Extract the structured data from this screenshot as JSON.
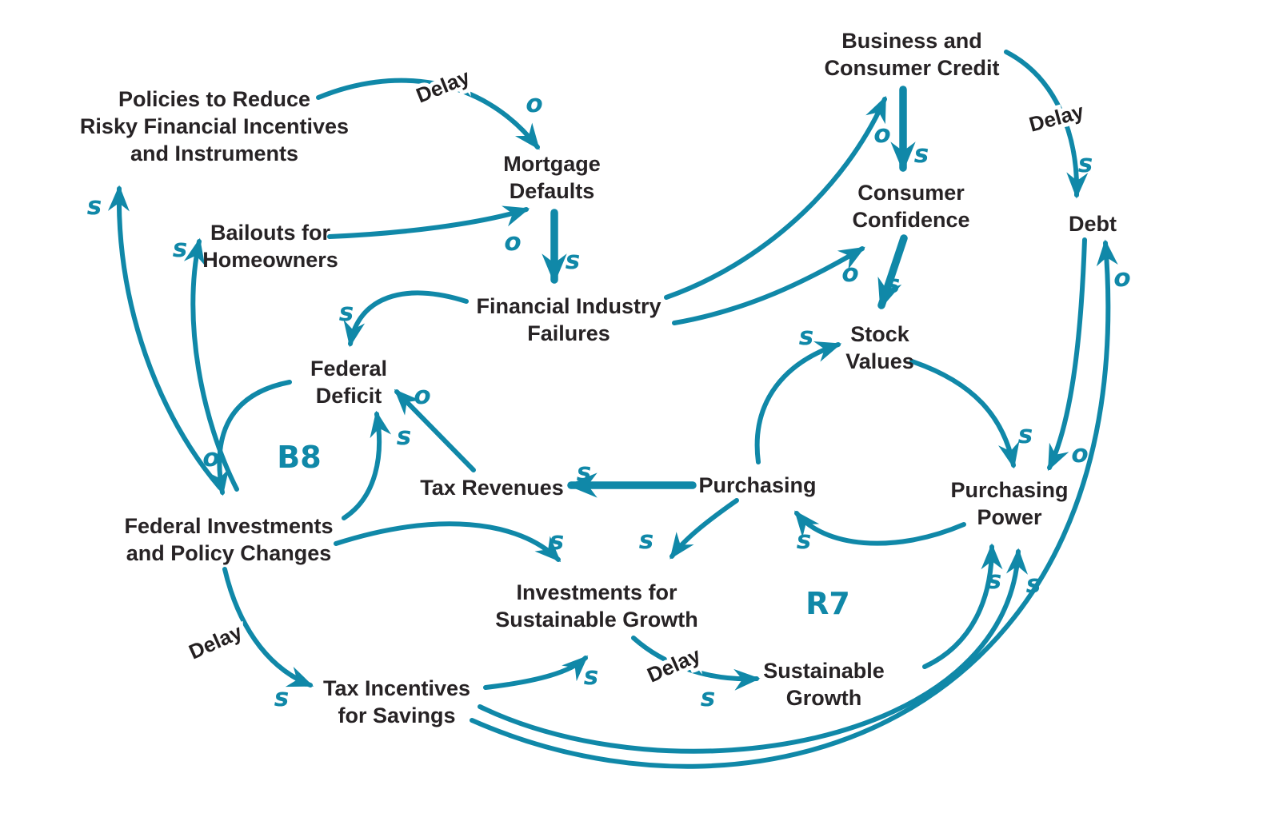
{
  "colors": {
    "accent": "#1088a8",
    "text": "#272325",
    "background": "#ffffff"
  },
  "labels": {
    "s": "s",
    "o": "o",
    "delay": "Delay"
  },
  "loops": {
    "b8": "B8",
    "r7": "R7"
  },
  "nodes": {
    "policies": {
      "lines": [
        "Policies to Reduce",
        "Risky Financial Incentives",
        "and Instruments"
      ]
    },
    "mortgage": {
      "lines": [
        "Mortgage",
        "Defaults"
      ]
    },
    "bailouts": {
      "lines": [
        "Bailouts for",
        "Homeowners"
      ]
    },
    "credit": {
      "lines": [
        "Business and",
        "Consumer Credit"
      ]
    },
    "confidence": {
      "lines": [
        "Consumer",
        "Confidence"
      ]
    },
    "debt": {
      "lines": [
        "Debt"
      ]
    },
    "failures": {
      "lines": [
        "Financial Industry",
        "Failures"
      ]
    },
    "deficit": {
      "lines": [
        "Federal",
        "Deficit"
      ]
    },
    "stock": {
      "lines": [
        "Stock",
        "Values"
      ]
    },
    "revenues": {
      "lines": [
        "Tax Revenues"
      ]
    },
    "purchasing": {
      "lines": [
        "Purchasing"
      ]
    },
    "power": {
      "lines": [
        "Purchasing",
        "Power"
      ]
    },
    "fed_investments": {
      "lines": [
        "Federal Investments",
        "and Policy Changes"
      ]
    },
    "investments_growth": {
      "lines": [
        "Investments for",
        "Sustainable Growth"
      ]
    },
    "tax_incentives": {
      "lines": [
        "Tax Incentives",
        "for Savings"
      ]
    },
    "sustainable_growth": {
      "lines": [
        "Sustainable",
        "Growth"
      ]
    }
  },
  "edges": [
    {
      "from": "Policies to Reduce Risky Financial Incentives and Instruments",
      "to": "Mortgage Defaults",
      "polarity": "o",
      "delay": true
    },
    {
      "from": "Bailouts for Homeowners",
      "to": "Mortgage Defaults",
      "polarity": "o",
      "delay": false
    },
    {
      "from": "Mortgage Defaults",
      "to": "Financial Industry Failures",
      "polarity": "s",
      "delay": false
    },
    {
      "from": "Financial Industry Failures",
      "to": "Federal Deficit",
      "polarity": "s",
      "delay": false
    },
    {
      "from": "Financial Industry Failures",
      "to": "Business and Consumer Credit",
      "polarity": "o",
      "delay": false
    },
    {
      "from": "Financial Industry Failures",
      "to": "Consumer Confidence",
      "polarity": "o",
      "delay": false
    },
    {
      "from": "Business and Consumer Credit",
      "to": "Consumer Confidence",
      "polarity": "s",
      "delay": false
    },
    {
      "from": "Business and Consumer Credit",
      "to": "Debt",
      "polarity": "s",
      "delay": true
    },
    {
      "from": "Consumer Confidence",
      "to": "Stock Values",
      "polarity": "s",
      "delay": false
    },
    {
      "from": "Purchasing",
      "to": "Stock Values",
      "polarity": "s",
      "delay": false
    },
    {
      "from": "Stock Values",
      "to": "Purchasing Power",
      "polarity": "s",
      "delay": false
    },
    {
      "from": "Debt",
      "to": "Purchasing Power",
      "polarity": "o",
      "delay": false
    },
    {
      "from": "Purchasing Power",
      "to": "Purchasing",
      "polarity": "s",
      "delay": false
    },
    {
      "from": "Purchasing",
      "to": "Tax Revenues",
      "polarity": "s",
      "delay": false
    },
    {
      "from": "Tax Revenues",
      "to": "Federal Deficit",
      "polarity": "o",
      "delay": false
    },
    {
      "from": "Federal Investments and Policy Changes",
      "to": "Federal Deficit",
      "polarity": "s",
      "delay": false
    },
    {
      "from": "Federal Deficit",
      "to": "Federal Investments and Policy Changes",
      "polarity": "o",
      "delay": false
    },
    {
      "from": "Federal Investments and Policy Changes",
      "to": "Policies to Reduce Risky Financial Incentives and Instruments",
      "polarity": "s",
      "delay": false
    },
    {
      "from": "Federal Investments and Policy Changes",
      "to": "Bailouts for Homeowners",
      "polarity": "s",
      "delay": false
    },
    {
      "from": "Federal Investments and Policy Changes",
      "to": "Tax Incentives for Savings",
      "polarity": "s",
      "delay": true
    },
    {
      "from": "Federal Investments and Policy Changes",
      "to": "Investments for Sustainable Growth",
      "polarity": "s",
      "delay": false
    },
    {
      "from": "Purchasing",
      "to": "Investments for Sustainable Growth",
      "polarity": "s",
      "delay": false
    },
    {
      "from": "Tax Incentives for Savings",
      "to": "Investments for Sustainable Growth",
      "polarity": "s",
      "delay": false
    },
    {
      "from": "Investments for Sustainable Growth",
      "to": "Sustainable Growth",
      "polarity": "s",
      "delay": true
    },
    {
      "from": "Sustainable Growth",
      "to": "Purchasing Power",
      "polarity": "s",
      "delay": false
    },
    {
      "from": "Tax Incentives for Savings",
      "to": "Purchasing Power",
      "polarity": "s",
      "delay": false
    },
    {
      "from": "Tax Incentives for Savings",
      "to": "Debt",
      "polarity": "o",
      "delay": false
    }
  ]
}
